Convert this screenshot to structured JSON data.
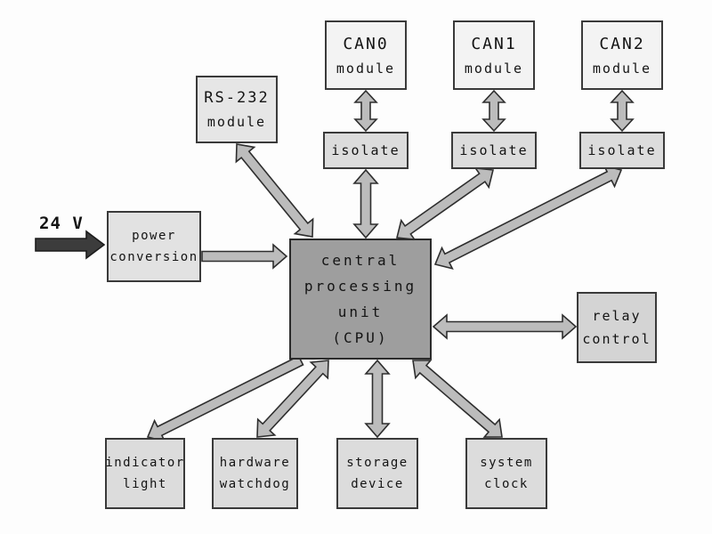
{
  "diagram": {
    "type": "block-diagram",
    "labels": {
      "power_input": "24 V"
    },
    "nodes": {
      "can0": {
        "lines": [
          "CAN0",
          "module"
        ]
      },
      "can1": {
        "lines": [
          "CAN1",
          "module"
        ]
      },
      "can2": {
        "lines": [
          "CAN2",
          "module"
        ]
      },
      "isolate0": {
        "lines": [
          "isolate"
        ]
      },
      "isolate1": {
        "lines": [
          "isolate"
        ]
      },
      "isolate2": {
        "lines": [
          "isolate"
        ]
      },
      "rs232": {
        "lines": [
          "RS-232",
          "module"
        ]
      },
      "power": {
        "lines": [
          "power",
          "conversion"
        ]
      },
      "cpu": {
        "lines": [
          "central",
          "processing",
          "unit",
          "(CPU)"
        ]
      },
      "relay": {
        "lines": [
          "relay",
          "control"
        ]
      },
      "indicator": {
        "lines": [
          "indicator",
          "light"
        ]
      },
      "watchdog": {
        "lines": [
          "hardware",
          "watchdog"
        ]
      },
      "storage": {
        "lines": [
          "storage",
          "device"
        ]
      },
      "clock": {
        "lines": [
          "system",
          "clock"
        ]
      }
    },
    "connections": [
      {
        "from": "power-input",
        "to": "power",
        "heads": "end",
        "style": "dark"
      },
      {
        "from": "power",
        "to": "cpu",
        "heads": "end",
        "style": "light"
      },
      {
        "from": "rs232",
        "to": "cpu",
        "heads": "both",
        "style": "light"
      },
      {
        "from": "can0",
        "to": "isolate0",
        "heads": "both",
        "style": "light"
      },
      {
        "from": "can1",
        "to": "isolate1",
        "heads": "both",
        "style": "light"
      },
      {
        "from": "can2",
        "to": "isolate2",
        "heads": "both",
        "style": "light"
      },
      {
        "from": "isolate0",
        "to": "cpu",
        "heads": "both",
        "style": "light"
      },
      {
        "from": "isolate1",
        "to": "cpu",
        "heads": "both",
        "style": "light"
      },
      {
        "from": "isolate2",
        "to": "cpu",
        "heads": "both",
        "style": "light"
      },
      {
        "from": "cpu",
        "to": "relay",
        "heads": "both",
        "style": "light"
      },
      {
        "from": "cpu",
        "to": "indicator",
        "heads": "end",
        "style": "light"
      },
      {
        "from": "cpu",
        "to": "watchdog",
        "heads": "both",
        "style": "light"
      },
      {
        "from": "cpu",
        "to": "storage",
        "heads": "both",
        "style": "light"
      },
      {
        "from": "cpu",
        "to": "clock",
        "heads": "both",
        "style": "light"
      }
    ],
    "colors": {
      "arrow_fill": "#bcbcbc",
      "arrow_stroke": "#2e2e2e",
      "arrow_dark_fill": "#3c3c3c",
      "arrow_dark_stroke": "#1c1c1c",
      "box_border": "#3a3a3a",
      "cpu_fill": "#9e9e9e",
      "box_fill": "#dcdcdc",
      "module_fill": "#f3f3f3"
    }
  }
}
